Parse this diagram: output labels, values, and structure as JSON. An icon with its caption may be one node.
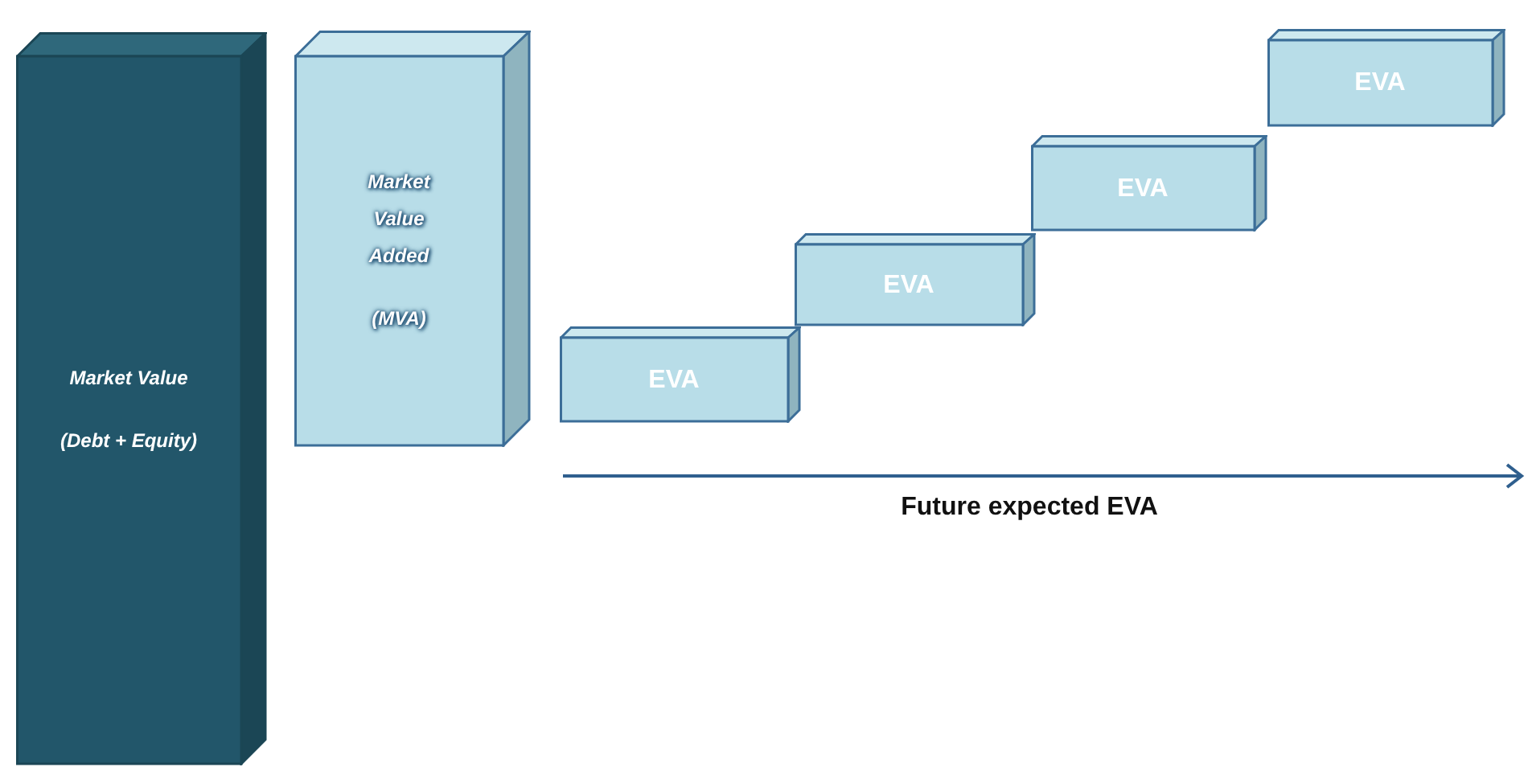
{
  "diagram": {
    "nodes": [
      {
        "text": [
          "Market Value",
          "(Debt + Equity)"
        ]
      },
      {
        "text": [
          "Market Value Added",
          "(MVA)"
        ]
      },
      {
        "text": [
          "EVA"
        ]
      },
      {
        "text": [
          "EVA"
        ]
      },
      {
        "text": [
          "EVA"
        ]
      },
      {
        "text": [
          "EVA"
        ]
      }
    ],
    "labels": [
      "Future expected EVA"
    ]
  }
}
